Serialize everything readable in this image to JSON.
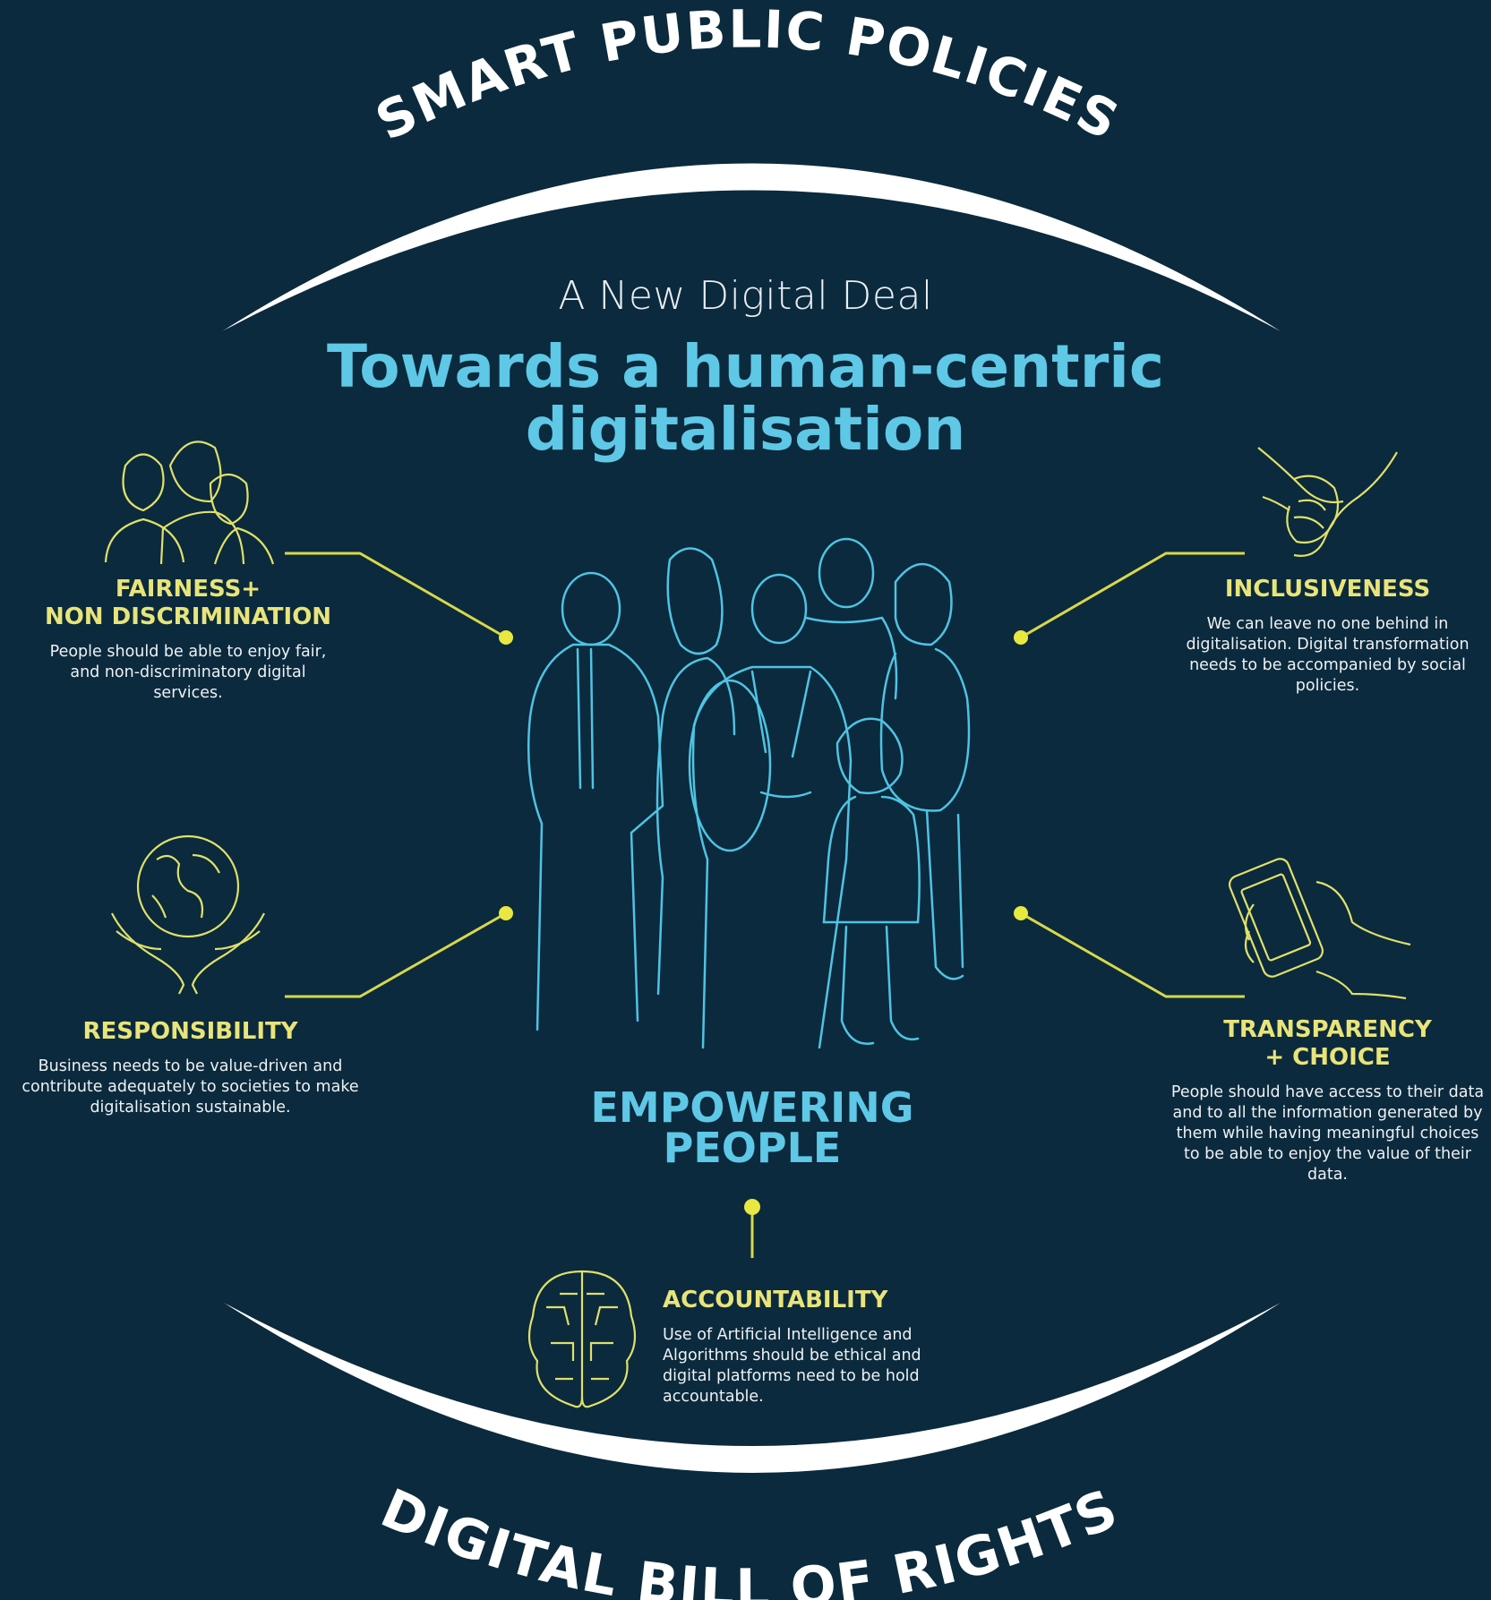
{
  "header": {
    "top_arc_text": "SMART PUBLIC POLICIES",
    "subtitle": "A New Digital Deal",
    "title_line1": "Towards a human-centric",
    "title_line2": "digitalisation"
  },
  "center": {
    "label_line1": "EMPOWERING",
    "label_line2": "PEOPLE"
  },
  "principles": {
    "fairness": {
      "title_line1": "FAIRNESS+",
      "title_line2": "NON DISCRIMINATION",
      "description": "People should be able to enjoy fair, and non-discriminatory digital services.",
      "icon": "family-group-icon"
    },
    "inclusiveness": {
      "title": "INCLUSIVENESS",
      "description": "We can leave no one behind in digitalisation. Digital transformation needs to be accompanied by social policies.",
      "icon": "holding-hands-icon"
    },
    "responsibility": {
      "title": "RESPONSIBILITY",
      "description": "Business needs to be value-driven and contribute adequately to societies to make digitalisation sustainable.",
      "icon": "globe-in-hands-icon"
    },
    "transparency": {
      "title_line1": "TRANSPARENCY",
      "title_line2": "+ CHOICE",
      "description": "People should have access to their data and to all the information generated by them while having meaningful choices to be able to enjoy the value of their data.",
      "icon": "hand-holding-phone-icon"
    },
    "accountability": {
      "title": "ACCOUNTABILITY",
      "description": "Use of Artificial Intelligence and Algorithms should be ethical and digital platforms need to be hold accountable.",
      "icon": "circuit-brain-icon"
    }
  },
  "footer": {
    "bottom_arc_text": "DIGITAL BILL OF RIGHTS"
  },
  "colors": {
    "background": "#0b2a3d",
    "accent_cyan": "#5ec8e6",
    "accent_yellow": "#e9e47a",
    "line_yellow": "#d8d84a",
    "text_white": "#eef1f3"
  }
}
